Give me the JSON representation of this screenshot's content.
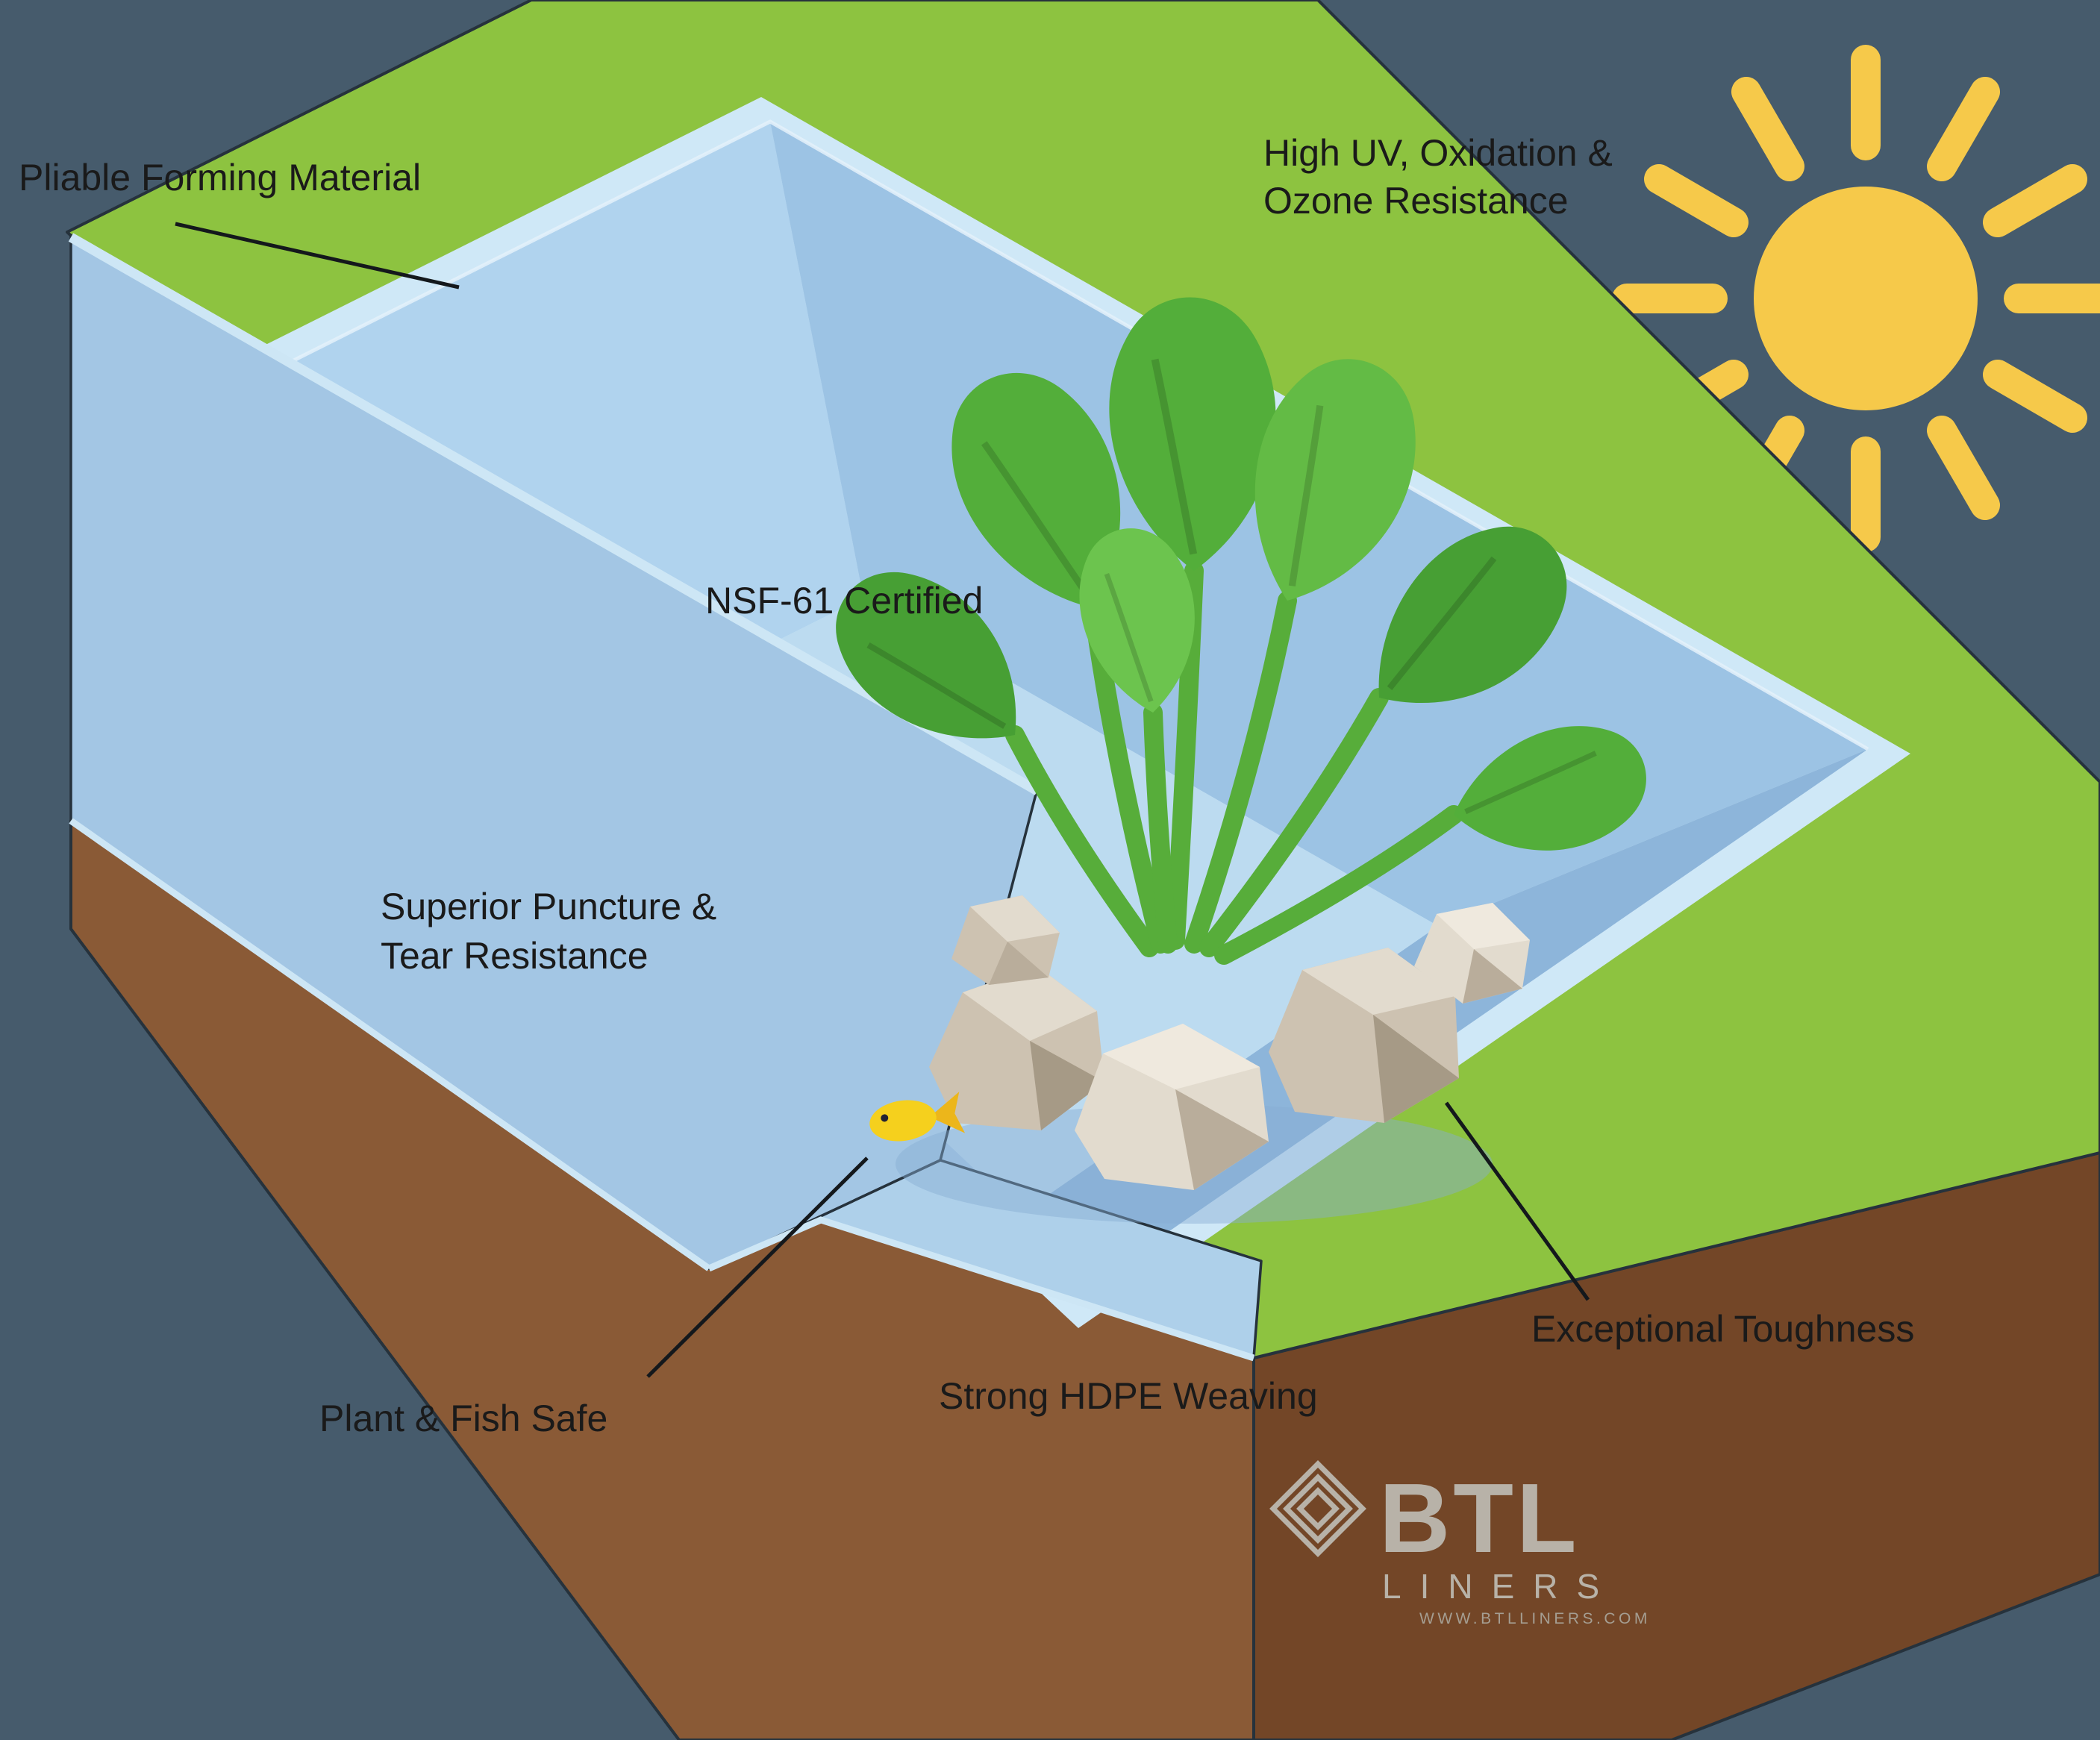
{
  "diagram": {
    "callouts": {
      "pliable": "Pliable Forming Material",
      "high_uv_line1": "High UV, Oxidation &",
      "high_uv_line2": "Ozone Resistance",
      "nsf": "NSF-61 Certified",
      "puncture_line1": "Superior Puncture &",
      "puncture_line2": "Tear Resistance",
      "plant_fish": "Plant & Fish Safe",
      "hdpe": "Strong HDPE Weaving",
      "toughness": "Exceptional Toughness"
    },
    "logo": {
      "brand": "BTL",
      "subtitle": "LINERS",
      "url": "WWW.BTLLINERS.COM"
    },
    "palette": {
      "bg": "#465b6c",
      "grass": "#8dc340",
      "dirt_front": "#8a5a36",
      "dirt_side": "#734627",
      "rim": "#cfe8f7",
      "wall_nw": "#b0d3ee",
      "wall_ne": "#9cc3e4",
      "wall_se": "#8db5da",
      "wall_sw": "#a6c9e7",
      "floor": "#bcdbf0",
      "cross_section": "#a3c6e4",
      "shelf": "#aed0ea",
      "liner_edge": "#cde6f5",
      "water_highlight": "#e4f1fa",
      "outline": "#26323c",
      "sun": "#f6c94a",
      "stem": "#57ad3a",
      "leaf_dark": "#479f34",
      "leaf_mid": "#53ae3a",
      "leaf_light": "#63bb45",
      "leaf_pale": "#6cc44e",
      "rock_base": "#cdc2b1",
      "rock_light": "#e2dbce",
      "rock_mid": "#b9ad9b",
      "rock_dark": "#a69a86",
      "fish_body": "#f5d01d",
      "fish_tail": "#ecb61b",
      "text": "#1a1a1a",
      "leader": "#14181c",
      "logo": "#b8b2a8",
      "logo_dim": "#a59e92"
    }
  }
}
